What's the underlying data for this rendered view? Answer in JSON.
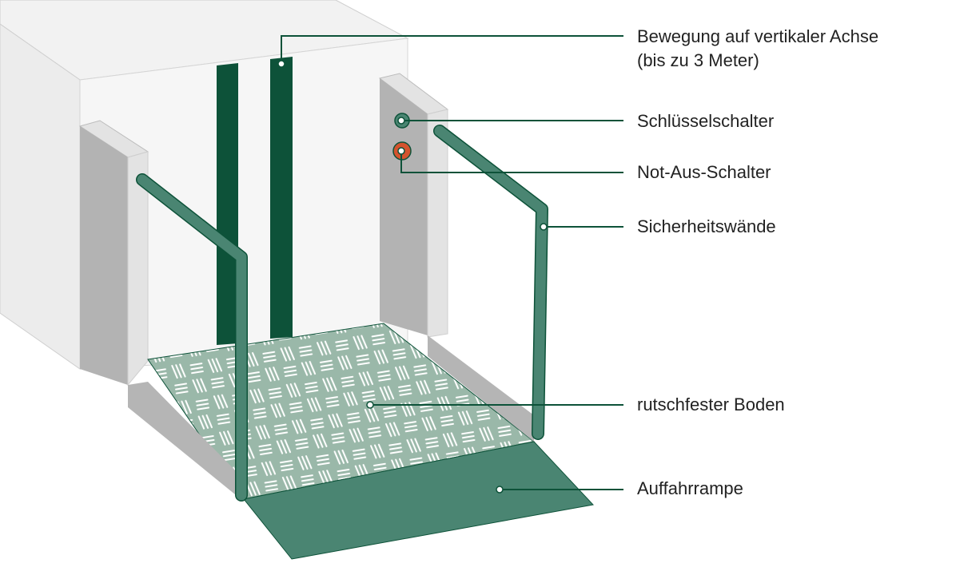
{
  "colors": {
    "dark_green": "#0d5239",
    "mid_green": "#4a8572",
    "floor_green": "#9ab8a9",
    "emergency_red": "#d4532e",
    "wall_gray": "#b3b3b3",
    "wall_light": "#e3e3e3",
    "box_light": "#f4f4f4"
  },
  "labels": {
    "vertical_axis_line1": "Bewegung auf vertikaler Achse",
    "vertical_axis_line2": "(bis zu 3 Meter)",
    "key_switch": "Schlüsselschalter",
    "emergency_stop": "Not-Aus-Schalter",
    "safety_walls": "Sicherheitswände",
    "non_slip_floor": "rutschfester Boden",
    "ramp": "Auffahrrampe"
  }
}
